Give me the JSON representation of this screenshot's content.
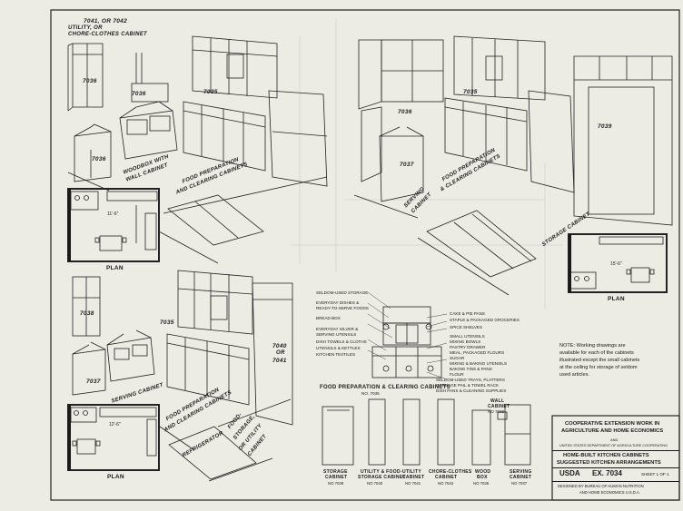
{
  "sheet": {
    "title_block": {
      "line1": "COOPERATIVE EXTENSION WORK IN",
      "line2": "AGRICULTURE AND HOME ECONOMICS",
      "and": "AND",
      "dept": "UNITED STATES DEPARTMENT OF AGRICULTURE COOPERATING",
      "title1": "HOME-BUILT KITCHEN CABINETS",
      "title2": "SUGGESTED KITCHEN ARRANGEMENTS",
      "usda": "USDA",
      "ex": "EX. 7034",
      "sheet_no": "SHEET 1 OF 1",
      "designed1": "DESIGNED BY BUREAU OF HUMAN NUTRITION",
      "designed2": "AND HOME ECONOMICS  U.S.D.A."
    },
    "note": [
      "NOTE:  Working drawings are",
      "available for each of the cabinets",
      "illustrated except the small cabinets",
      "at the ceiling for storage of seldom",
      "used articles."
    ],
    "labels": {
      "top_left_num": "7041, OR 7042",
      "utility1": "UTILITY, OR",
      "utility2": "CHORE-CLOTHES CABINET",
      "n7036a": "7036",
      "n7036b": "7036",
      "n7035a": "7035",
      "woodbox1": "WOODBOX WITH",
      "woodbox2": "WALL CABINET",
      "food_prep_a1": "FOOD PREPARATION",
      "food_prep_a2": "AND CLEARING CABINETS",
      "plan_a": "PLAN",
      "n7036c": "7036",
      "n7035b": "7035",
      "n7037a": "7037",
      "serving_a1": "SERVING",
      "serving_a2": "CABINET",
      "food_prep_b1": "FOOD PREPARATION",
      "food_prep_b2": "& CLEARING CABINETS",
      "n7039": "7039",
      "storage_cab": "STORAGE CABINET",
      "plan_b": "PLAN",
      "n7038": "7038",
      "n7035c": "7035",
      "n7037b": "7037",
      "n7040": "7040",
      "or": "OR",
      "n7041": "7041",
      "serving_b": "SERVING CABINET",
      "food_prep_c1": "FOOD PREPARATION",
      "food_prep_c2": "AND CLEARING CABINETS",
      "refrigerator": "REFRIGERATOR",
      "food_util1": "FOOD-",
      "food_util2": "STORAGE,",
      "food_util3": "OR UTILITY",
      "food_util4": "CABINET",
      "plan_c": "PLAN",
      "dim_a": "11'-6\"",
      "dim_b": "15'-6\"",
      "dim_c": "12'-6\""
    },
    "detail": {
      "caption": "FOOD PREPARATION & CLEARING CABINETS",
      "caption_no": "NO. 7035",
      "left_callouts": [
        "SELDOM-USED STORAGE",
        "EVERYDAY DISHES &",
        "READY-TO-SERVE FOODS",
        "BREAD BOX",
        "EVERYDAY SILVER &",
        "SERVING UTENSILS",
        "DISH TOWELS & CLOTHS",
        "UTENSILS & KETTLES",
        "KITCHEN TEXTILES"
      ],
      "right_callouts": [
        "CAKE & PIE PANS",
        "STAPLE & PACKAGED GROCERIES",
        "SPICE SHELVES",
        "SMALL UTENSILS",
        "MIXING BOWLS",
        "PASTRY DRAWER",
        "MEAL, PACKAGED FLOURS",
        "SUGAR",
        "MIXING & BAKING UTENSILS",
        "BAKING TINS & PANS",
        "FLOUR",
        "SELDOM-USED TRAYS, PLATTERS",
        "GARBAGE PAIL & TOWEL RACK",
        "DISH PANS & CLEANING SUPPLIES"
      ]
    },
    "elevations": [
      {
        "name1": "STORAGE",
        "name2": "CABINET",
        "no": "NO 7039"
      },
      {
        "name1": "UTILITY & FOOD-",
        "name2": "STORAGE CABINET",
        "no": "NO 7040"
      },
      {
        "name1": "UTILITY",
        "name2": "CABINET",
        "no": "NO 7041"
      },
      {
        "name1": "CHORE-CLOTHES",
        "name2": "CABINET",
        "no": "NO 7042"
      },
      {
        "name1": "WOOD",
        "name2": "BOX",
        "no": "NO 7036"
      },
      {
        "name1": "SERVING",
        "name2": "CABINET",
        "no": "NO 7037"
      }
    ],
    "wall_cabinet": {
      "line1": "WALL",
      "line2": "CABINET",
      "no": "NO 7038"
    }
  }
}
